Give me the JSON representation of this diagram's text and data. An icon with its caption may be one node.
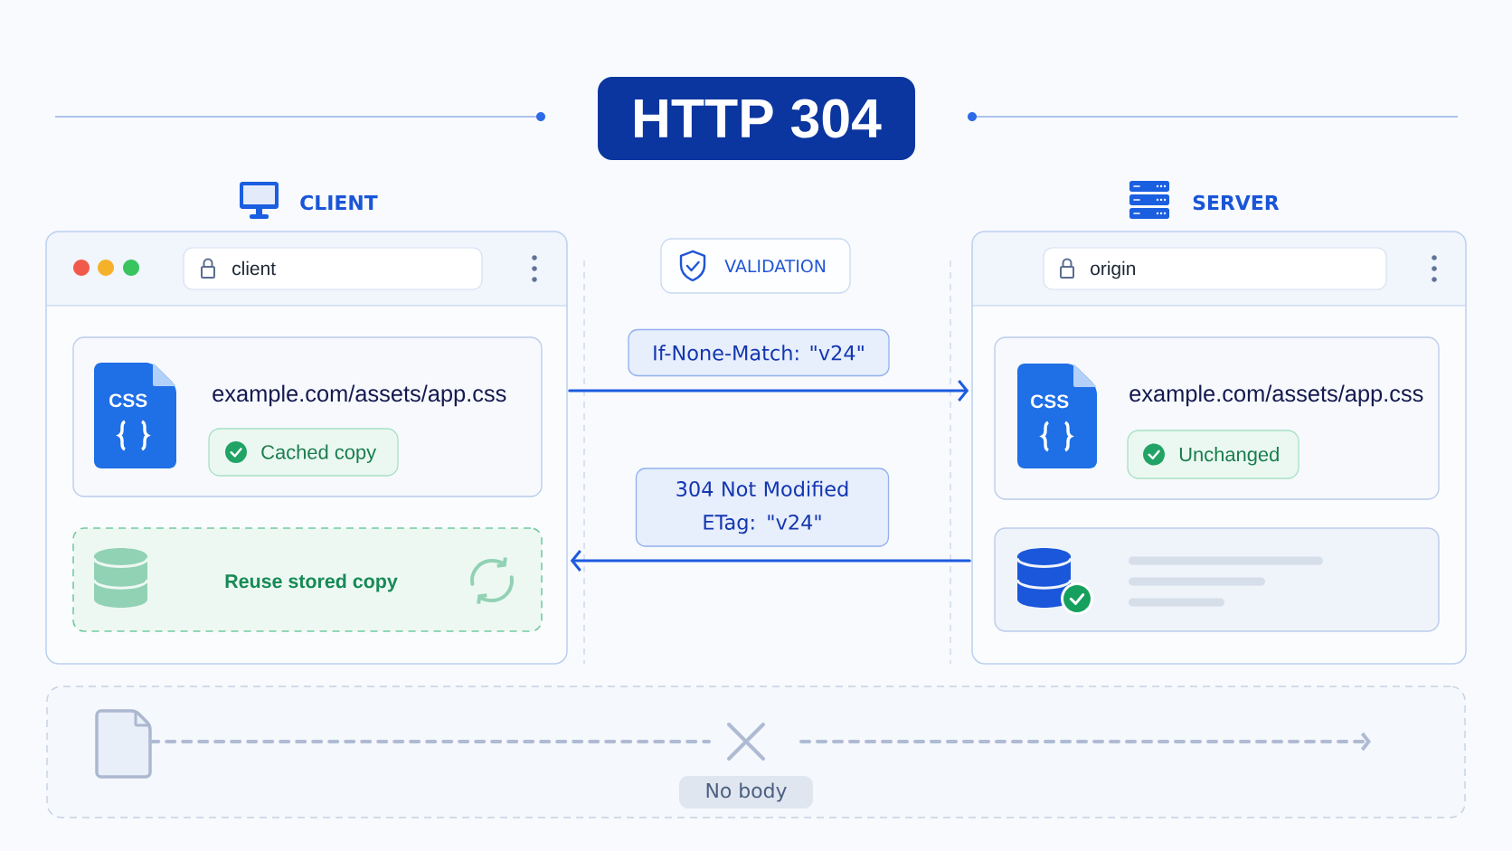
{
  "diagram": {
    "title": "HTTP 304",
    "nodes": [
      {
        "text": [
          "CLIENT"
        ]
      },
      {
        "text": [
          "client"
        ],
        "in": 0
      },
      {
        "text": [
          "CSS",
          "example.com/assets/app.css"
        ],
        "in": 0
      },
      {
        "text": [
          "Cached copy"
        ],
        "in": 2
      },
      {
        "text": [
          "Reuse stored copy"
        ],
        "in": 0
      },
      {
        "text": [
          "VALIDATION"
        ]
      },
      {
        "text": [
          "SERVER"
        ]
      },
      {
        "text": [
          "origin"
        ],
        "in": 6
      },
      {
        "text": [
          "CSS",
          "example.com/assets/app.css"
        ],
        "in": 6
      },
      {
        "text": [
          "Unchanged"
        ],
        "in": 8
      },
      {
        "text": [],
        "shape": "box",
        "in": 6
      },
      {
        "text": [],
        "shape": "box"
      },
      {
        "text": [],
        "shape": "document",
        "in": 11
      }
    ],
    "edges": [
      {
        "from": 0,
        "to": 6,
        "arrow": "to",
        "label": "If-None-Match: \"v24\""
      },
      {
        "from": 6,
        "to": 0,
        "arrow": "to",
        "label": "304 Not Modified ETag: \"v24\""
      },
      {
        "from": 12,
        "to": null,
        "arrow": "to",
        "label": "No body",
        "style": "dashed",
        "color": "#aebbd3"
      }
    ]
  }
}
